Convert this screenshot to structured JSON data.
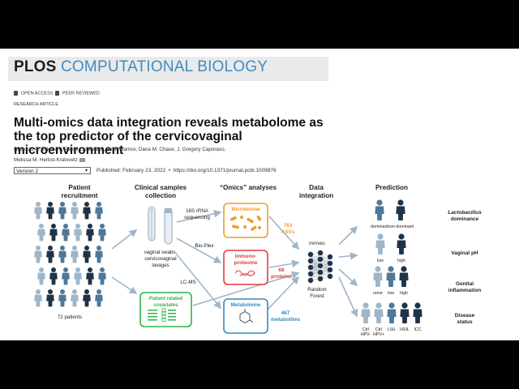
{
  "journal": {
    "name_part1": "PLOS",
    "name_part2": "COMPUTATIONAL BIOLOGY"
  },
  "badges": {
    "open_access": "OPEN ACCESS",
    "peer_reviewed": "PEER REVIEWED"
  },
  "article_type": "RESEARCH ARTICLE",
  "title": "Multi-omics data integration reveals metabolome as the top predictor of the cervicovaginal microenvironment",
  "authors": {
    "line1": "Nicholas A. Bokulich , Paweł Łaniewski , Anja Adamov, Dana M. Chase, J. Gregory Caporaso,",
    "line2": "Melissa M. Herbst-Kralovetz"
  },
  "version_select": {
    "selected": "Version 2"
  },
  "published": "Published: February 23, 2022",
  "doi": "https://doi.org/10.1371/journal.pcbi.1009876",
  "figure": {
    "headers": {
      "patient_recruitment": [
        "Patient",
        "recruitment"
      ],
      "clinical_samples": [
        "Clinical samples",
        "collection"
      ],
      "omics": "“Omics” analyses",
      "data_integration": [
        "Data",
        "integration"
      ],
      "prediction": "Prediction"
    },
    "patient_count": "72 patients",
    "sample_caption": [
      "vaginal swabs,",
      "cervicovaginal",
      "lavages"
    ],
    "method_16s": [
      "16S rRNA",
      "sequencing"
    ],
    "method_bioplex": "Bio-Plex",
    "method_lcms": "LC-MS",
    "boxes": {
      "microbiome": "Microbiome",
      "immunoproteome": [
        "Immuno-",
        "proteome"
      ],
      "metabolome": "Metabolome",
      "covariates": [
        "Patient related",
        "covariates"
      ]
    },
    "counts": {
      "asvs": [
        "763",
        "ASVs"
      ],
      "proteins": [
        "68",
        "proteins"
      ],
      "metabolites": [
        "467",
        "metabolites"
      ]
    },
    "integration": {
      "mmvec": "mmvec",
      "rf": [
        "Random",
        "Forest"
      ]
    },
    "predictions": {
      "lacto": {
        "title": [
          "Lactobacillus",
          "dominance"
        ],
        "levels": [
          "dominant",
          "non-dominant"
        ]
      },
      "ph": {
        "title": "Vaginal pH",
        "levels": [
          "low",
          "high"
        ]
      },
      "inflam": {
        "title": [
          "Genital",
          "inflammation"
        ],
        "levels": [
          "none",
          "low",
          "high"
        ]
      },
      "disease": {
        "title": [
          "Disease",
          "status"
        ],
        "levels": [
          "Ctrl HPV-",
          "Ctrl HPV+",
          "LSIL",
          "HSIL",
          "ICC"
        ]
      }
    },
    "colors": {
      "microbiome": "#f29a2e",
      "immunoproteome": "#e53a3a",
      "metabolome": "#2f8ac4",
      "covariates": "#2fb34a",
      "dark": "#1f3347",
      "mid": "#4f7898",
      "light": "#9fb5c8"
    }
  }
}
